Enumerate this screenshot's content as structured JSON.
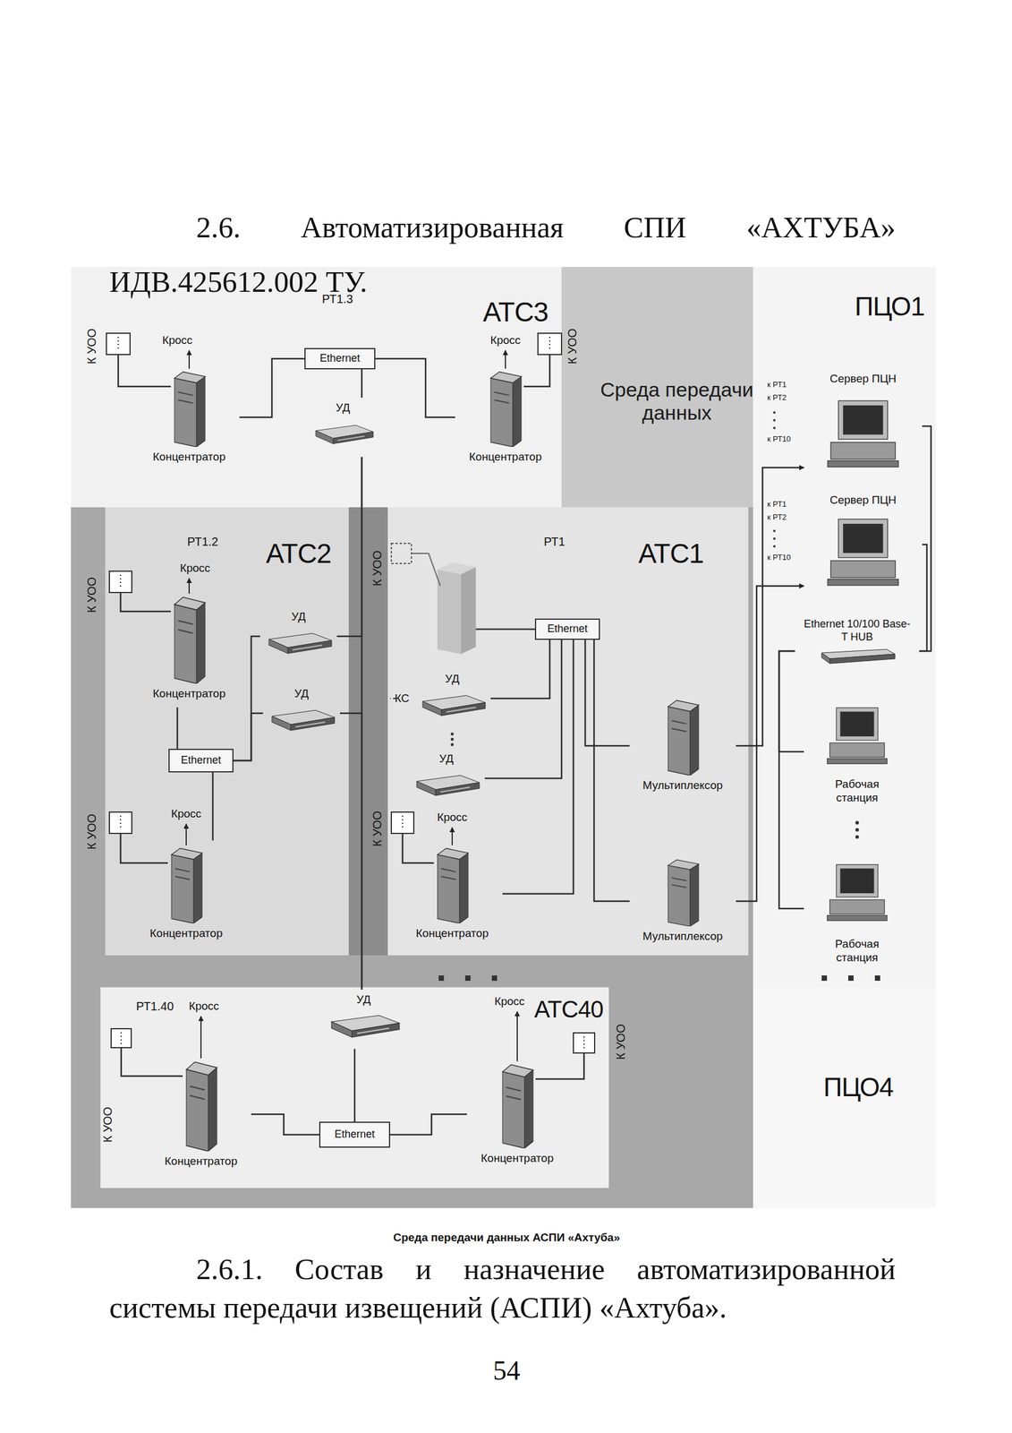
{
  "diagram": {
    "title": "2.6. Автоматизированная СПИ «АХТУБА» ИДВ.425612.002 ТУ.",
    "caption": "Среда передачи данных АСПИ «Ахтуба»",
    "nodes": [
      {
        "text": [
          "РТ1.3",
          "АТС3"
        ]
      },
      {
        "text": [
          "Концентратор"
        ],
        "in": 0
      },
      {
        "text": [
          "Ethernet"
        ],
        "in": 0
      },
      {
        "text": [
          "УД"
        ],
        "in": 0
      },
      {
        "text": [
          "Концентратор"
        ],
        "in": 0
      },
      {
        "text": [
          "РТ1.2",
          "АТС2"
        ]
      },
      {
        "text": [
          "Концентратор"
        ],
        "in": 5
      },
      {
        "text": [
          "УД"
        ],
        "in": 5
      },
      {
        "text": [
          "УД"
        ],
        "in": 5
      },
      {
        "text": [
          "Ethernet"
        ],
        "in": 5
      },
      {
        "text": [
          "Концентратор"
        ],
        "in": 5
      },
      {
        "text": [
          "РТ1",
          "АТС1"
        ]
      },
      {
        "text": [
          "Ethernet"
        ],
        "in": 11
      },
      {
        "text": [
          "УД"
        ],
        "in": 11
      },
      {
        "text": [
          "УД"
        ],
        "in": 11
      },
      {
        "text": [
          "Мультиплексор"
        ],
        "in": 11
      },
      {
        "text": [
          "Концентратор"
        ],
        "in": 11
      },
      {
        "text": [
          "Мультиплексор"
        ],
        "in": 11
      },
      {
        "text": [
          "ПЦО1"
        ]
      },
      {
        "text": [
          "Сервер ПЦН"
        ],
        "in": 18
      },
      {
        "text": [
          "Сервер ПЦН"
        ],
        "in": 18
      },
      {
        "text": [
          "Ethernet 10/100 Base-T HUB"
        ],
        "in": 18
      },
      {
        "text": [
          "Рабочая станция"
        ],
        "in": 18
      },
      {
        "text": [
          "Рабочая станция"
        ],
        "in": 18
      },
      {
        "text": [
          "РТ1.40",
          "АТС40"
        ]
      },
      {
        "text": [
          "УД"
        ],
        "in": 24
      },
      {
        "text": [
          "Концентратор"
        ],
        "in": 24
      },
      {
        "text": [
          "Ethernet"
        ],
        "in": 24
      },
      {
        "text": [
          "Концентратор"
        ],
        "in": 24
      },
      {
        "text": [
          "ПЦО4"
        ]
      }
    ],
    "edges": [
      {
        "from": 1,
        "to": 2,
        "arrow": "none"
      },
      {
        "from": 2,
        "to": 4,
        "arrow": "none"
      },
      {
        "from": 2,
        "to": 3,
        "arrow": "none"
      },
      {
        "from": 3,
        "to": 25,
        "arrow": "none"
      },
      {
        "from": 7,
        "to": 3,
        "arrow": "none"
      },
      {
        "from": 8,
        "to": 25,
        "arrow": "none"
      },
      {
        "from": 6,
        "to": 9,
        "arrow": "none"
      },
      {
        "from": 9,
        "to": 7,
        "arrow": "none"
      },
      {
        "from": 9,
        "to": 8,
        "arrow": "none"
      },
      {
        "from": 9,
        "to": 10,
        "arrow": "none"
      },
      {
        "from": 12,
        "to": 13,
        "arrow": "none"
      },
      {
        "from": 12,
        "to": 14,
        "arrow": "none"
      },
      {
        "from": 12,
        "to": 16,
        "arrow": "none"
      },
      {
        "from": 12,
        "to": 15,
        "arrow": "none"
      },
      {
        "from": 12,
        "to": 17,
        "arrow": "none"
      },
      {
        "from": 15,
        "to": 19,
        "arrow": "to"
      },
      {
        "from": 17,
        "to": 20,
        "arrow": "to"
      },
      {
        "from": 19,
        "to": 21,
        "arrow": "none"
      },
      {
        "from": 20,
        "to": 21,
        "arrow": "none"
      },
      {
        "from": 21,
        "to": 22,
        "arrow": "none"
      },
      {
        "from": 21,
        "to": 23,
        "arrow": "none"
      },
      {
        "from": 25,
        "to": 27,
        "arrow": "none"
      },
      {
        "from": 26,
        "to": 27,
        "arrow": "none"
      },
      {
        "from": 27,
        "to": 28,
        "arrow": "none"
      }
    ],
    "labels": [
      "Среда передачи данных",
      "К УОО",
      "К УОО",
      "К УОО",
      "К УОО",
      "К УОО",
      "К УОО",
      "К УОО",
      "К УОО",
      "Кросс",
      "Кросс",
      "Кросс",
      "Кросс",
      "Кросс",
      "Кросс",
      "Кросс",
      "КС",
      "к РТ1",
      "к РТ2",
      "к РТ10",
      "к РТ1",
      "к РТ2",
      "к РТ10",
      "2.6.1. Состав и назначение автоматизированной системы передачи извещений (АСПИ) «Ахтуба».",
      "54"
    ]
  }
}
